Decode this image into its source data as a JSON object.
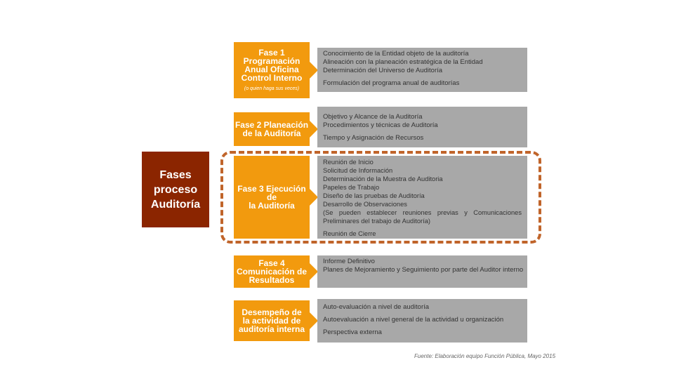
{
  "main": {
    "title": "Fases\nproceso\nAuditoría"
  },
  "phases": [
    {
      "title": "Fase 1\nProgramación\nAnual Oficina\nControl Interno",
      "subtitle": "(o quien haga sus veces)",
      "items": [
        "Conocimiento de la Entidad objeto de la auditoría",
        "Alineación con la planeación estratégica de la Entidad",
        "Determinación del Universo de Auditoría",
        "Formulación del programa anual de auditorías"
      ]
    },
    {
      "title": "Fase 2 Planeación\nde la Auditoría",
      "items": [
        "Objetivo y Alcance de la Auditoría",
        "Procedimientos y técnicas de Auditoría",
        "Tiempo y Asignación de Recursos"
      ]
    },
    {
      "title": "Fase 3 Ejecución de\nla Auditoría",
      "items": [
        "Reunión de Inicio",
        "Solicitud de Información",
        "Determinación de la Muestra de Auditoria",
        "Papeles de Trabajo",
        "Diseño de las pruebas de Auditoría",
        "Desarrollo de Observaciones",
        "(Se pueden establecer reuniones previas y Comunicaciones Preliminares del trabajo de Auditoría)",
        "Reunión de Cierre"
      ]
    },
    {
      "title": "Fase 4\nComunicación de\nResultados",
      "items": [
        "Informe Definitivo",
        "Planes de Mejoramiento y Seguimiento por parte del Auditor interno"
      ]
    },
    {
      "title": "Desempeño de\nla actividad de\nauditoría interna",
      "items": [
        "Auto-evaluación a nivel de auditoría",
        "Autoevaluación a nivel general de la actividad u organización",
        "Perspectiva externa"
      ]
    }
  ],
  "source": "Fuente: Elaboración equipo Función Pública, Mayo 2015",
  "colors": {
    "orange": "#f29a0e",
    "dark_red": "#8b2500",
    "gray": "#a8a8a8",
    "dashed": "#c0642a"
  }
}
